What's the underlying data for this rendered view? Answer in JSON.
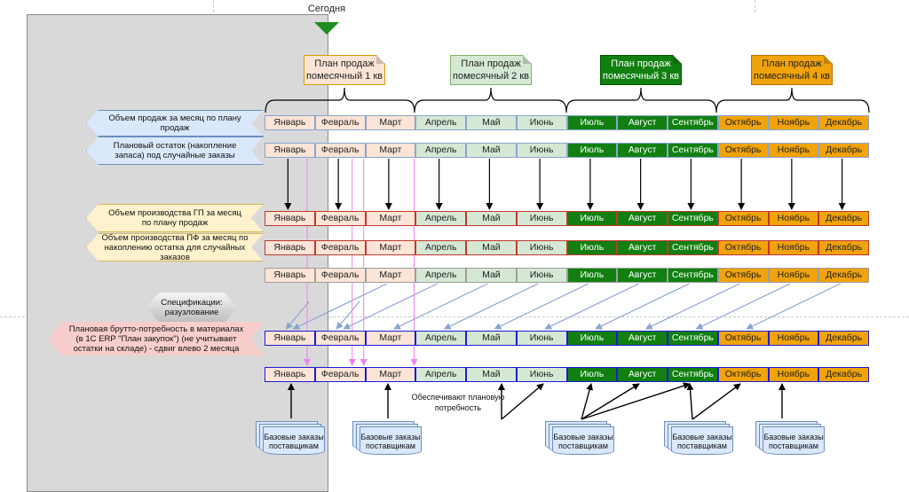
{
  "today_label": "Сегодня",
  "quarters": [
    {
      "label": "План продаж помесячный 1 кв",
      "color": "#fce4d6",
      "text_color": "#222222",
      "border": "#d79b00"
    },
    {
      "label": "План продаж помесячный 2 кв",
      "color": "#d5e8d4",
      "text_color": "#222222",
      "border": "#82b366"
    },
    {
      "label": "План продаж помесячный 3 кв",
      "color": "#118011",
      "text_color": "#ffffff",
      "border": "#005700"
    },
    {
      "label": "План продаж помесячный 4 кв",
      "color": "#f0a30a",
      "text_color": "#222222",
      "border": "#bd7000"
    }
  ],
  "months": [
    "Январь",
    "Февраль",
    "Март",
    "Апрель",
    "Май",
    "Июнь",
    "Июль",
    "Август",
    "Сентябрь",
    "Октябрь",
    "Ноябрь",
    "Декабрь"
  ],
  "row_labels": {
    "sales": "Объем продаж за месяц по плану продаж",
    "stock": "Плановый остаток (накопление запаса) под случайные заказы",
    "production_fg": "Объем производства ГП за месяц по плану продаж",
    "production_sf": "Объем производства ПФ за месяц по накоплению остатка для случайных заказов",
    "specs": "Спецификации: разузлование",
    "gross_need": "Плановая брутто-потребность в материалах (в 1С ERP \"План закупок\") (не учитывает остатки на складе) - сдвиг влево 2 месяца"
  },
  "provide_note": "Обеспечивают плановую потребность",
  "base_order_label": "Базовые заказы поставщикам",
  "colors": {
    "past_area": "#d9d9d9",
    "today_marker": "#1e8c1e",
    "arrow_black": "#000000",
    "arrow_blue": "#8aa5d2",
    "arrow_pink": "#ee82ee"
  }
}
